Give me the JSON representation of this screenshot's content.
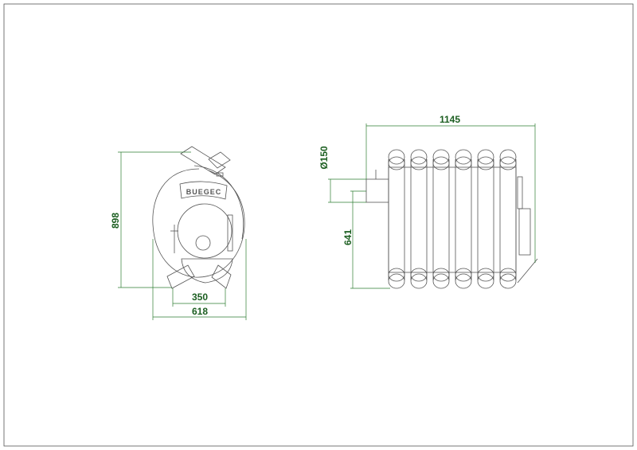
{
  "drawing": {
    "logo_text": "BUEGEC",
    "colors": {
      "dimension": "#2e7d32",
      "outline": "#555555"
    },
    "front_view": {
      "height_label": "898",
      "legs_width_label": "350",
      "overall_width_label": "618"
    },
    "side_view": {
      "length_label": "1145",
      "flue_diameter_label": "Ø150",
      "flue_height_label": "641",
      "tube_count": 6
    }
  }
}
